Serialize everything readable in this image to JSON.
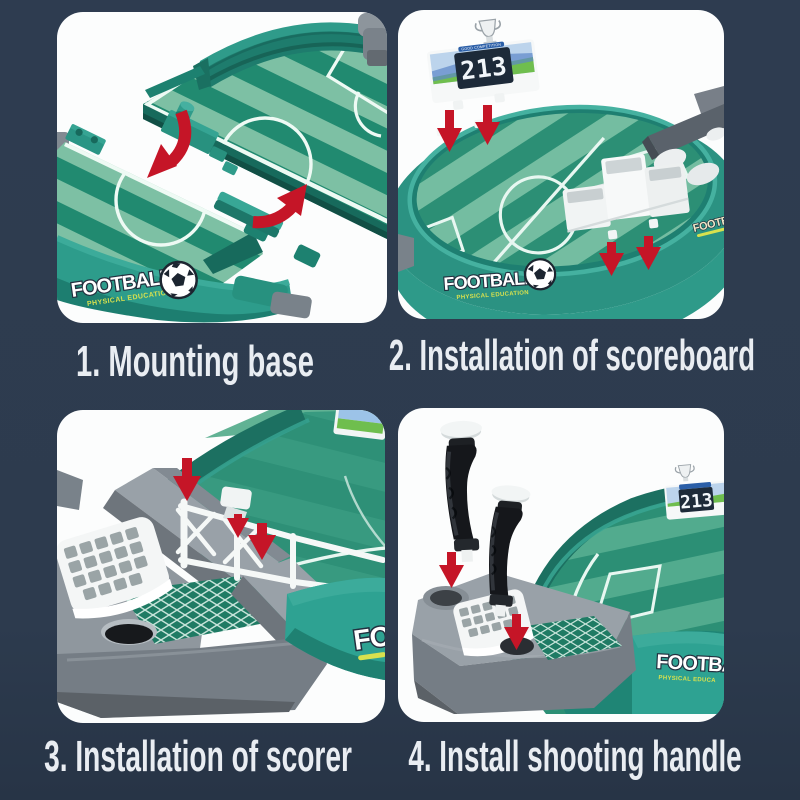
{
  "page": {
    "background_color": "#2d3b4e",
    "card_color": "#fcfdfd",
    "description": "Four-step assembly instructions for a tabletop football game"
  },
  "steps": [
    {
      "number": "1",
      "caption": "1. Mounting base"
    },
    {
      "number": "2",
      "caption": "2. Installation of scoreboard"
    },
    {
      "number": "3",
      "caption": "3. Installation of scorer"
    },
    {
      "number": "4",
      "caption": "4. Install shooting handle"
    }
  ],
  "product": {
    "brand": "FOOTBALL",
    "brand_clipped_panel3": "FO",
    "brand_clipped_panel4": "FOOTBA",
    "brand_subtitle": "PHYSICAL EDUCATION",
    "brand_subtitle_clipped_panel4": "PHYSICAL EDUCA",
    "scoreboard_score": "213",
    "scoreboard_banner": "GOOD COMPETITION"
  },
  "colors": {
    "accent_red_arrow": "#c51527",
    "teal_rim": "#36a493",
    "field_dark_green": "#218a70",
    "field_light_green": "#7dc0a4",
    "grey_base": "#8a929a",
    "handle_black": "#17191d",
    "logo_yellow": "#d8e14e",
    "caption_text": "#e9edf2"
  }
}
